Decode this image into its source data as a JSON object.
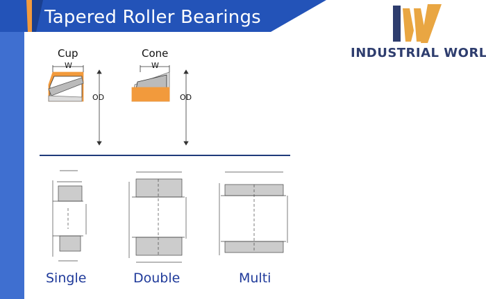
{
  "header": {
    "title": "Tapered Roller Bearings"
  },
  "logo": {
    "text": "INDUSTRIAL WORLD",
    "colors": {
      "navy": "#2e3d6e",
      "gold": "#e9a642",
      "dark": "#2e3d6e"
    }
  },
  "top_diagrams": {
    "cup": {
      "label": "Cup",
      "width_label": "W",
      "od_label": "OD"
    },
    "cone": {
      "label": "Cone",
      "width_label": "W",
      "od_label": "OD"
    }
  },
  "bottom_diagrams": {
    "single": {
      "caption": "Single"
    },
    "double": {
      "caption": "Double"
    },
    "multi": {
      "caption": "Multi"
    }
  },
  "colors": {
    "banner": "#2353b8",
    "sidebar": "#3f6fd0",
    "accent_orange": "#f29a3c",
    "caption": "#1f3a9a"
  }
}
